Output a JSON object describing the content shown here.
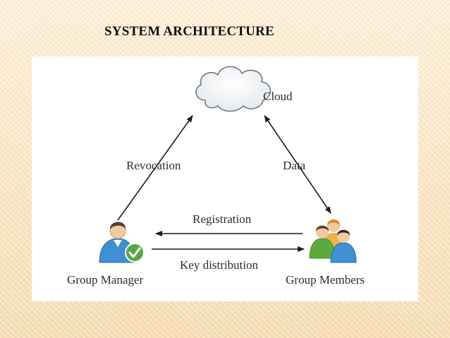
{
  "slide": {
    "title": "SYSTEM ARCHITECTURE"
  },
  "diagram": {
    "nodes": {
      "cloud": "Cloud",
      "group_manager": "Group Manager",
      "group_members": "Group Members"
    },
    "edges": {
      "revocation": "Revocation",
      "data": "Data",
      "registration": "Registration",
      "key_distribution": "Key distribution"
    }
  },
  "colors": {
    "background": "#fbe8c9",
    "panel": "#ffffff",
    "arrow": "#1a1a1a",
    "text": "#2b2b2b",
    "person_shirt_blue": "#3f8fd2",
    "person_shirt_green": "#5aaa3c",
    "check_badge": "#57a64a"
  }
}
